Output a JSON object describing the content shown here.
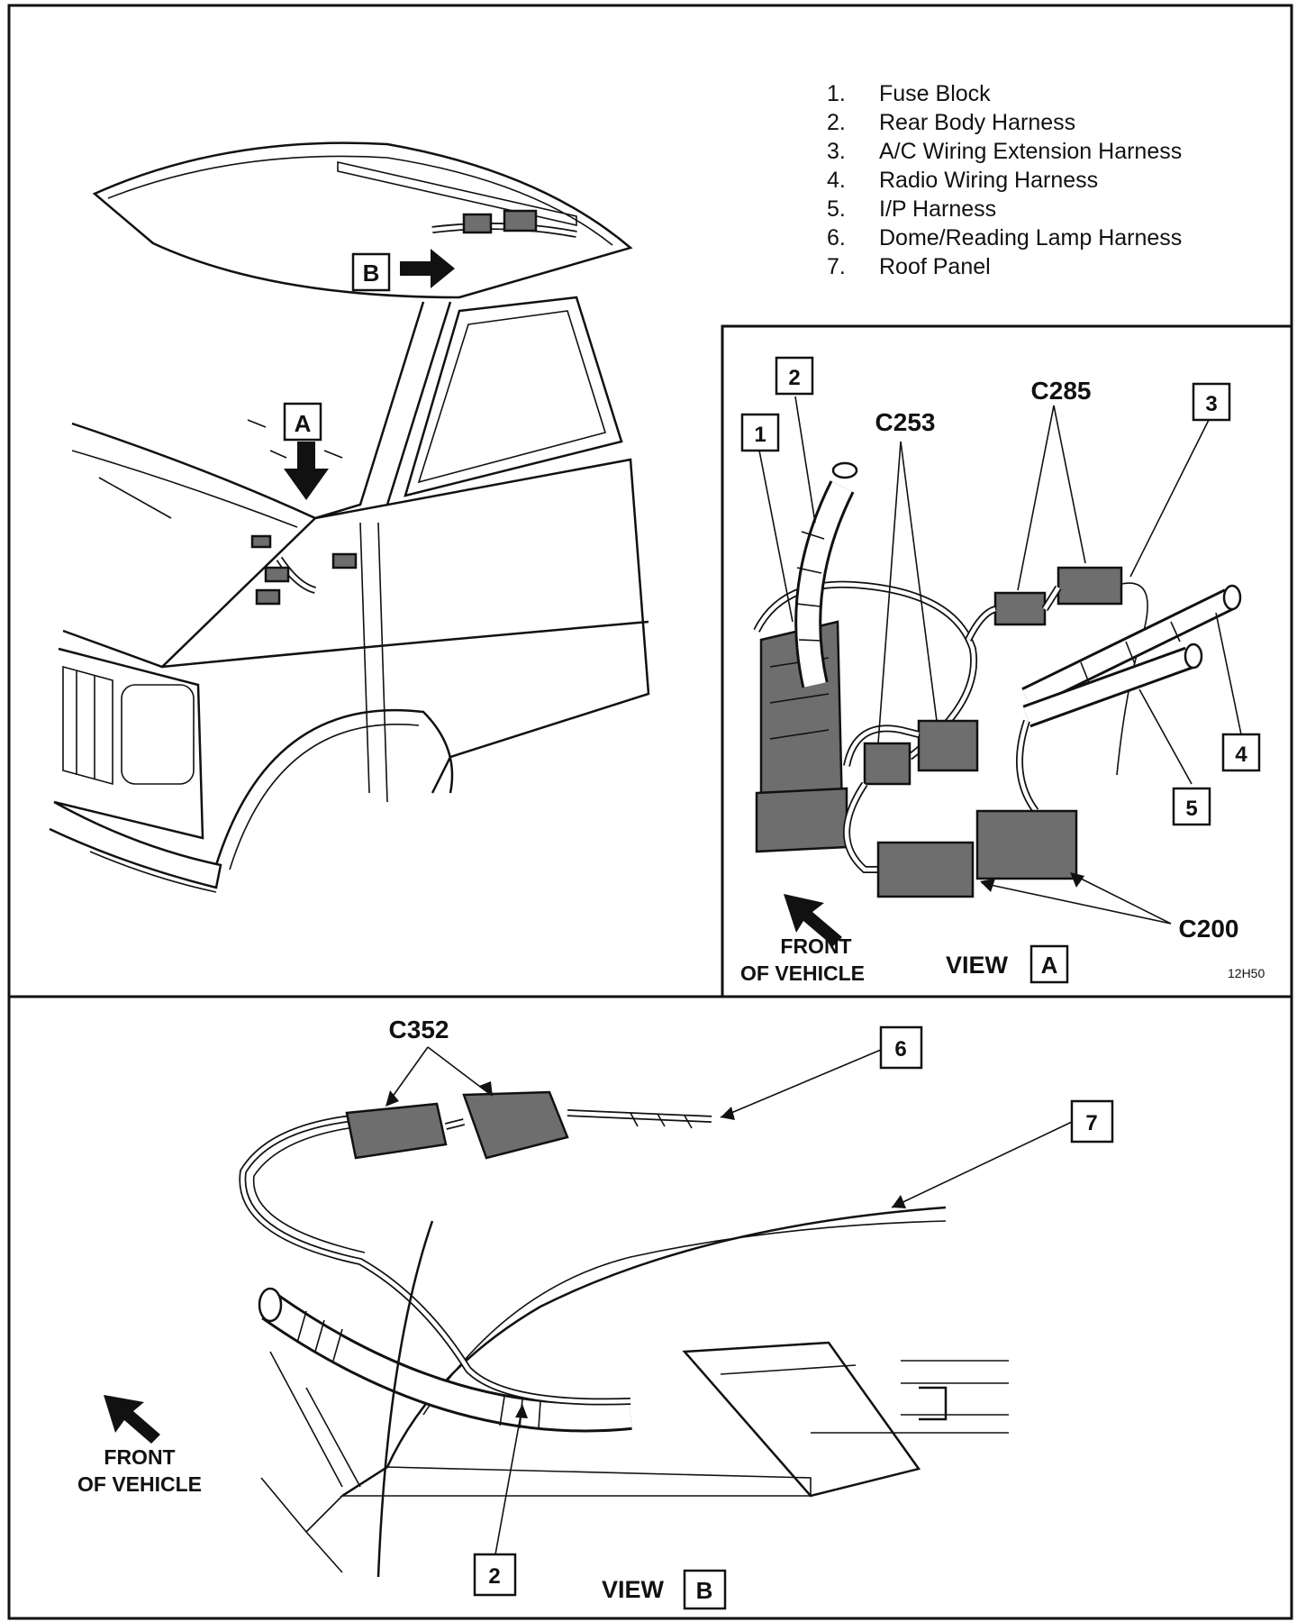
{
  "legend": [
    {
      "num": "1.",
      "label": "Fuse Block"
    },
    {
      "num": "2.",
      "label": "Rear Body Harness"
    },
    {
      "num": "3.",
      "label": "A/C Wiring Extension Harness"
    },
    {
      "num": "4.",
      "label": "Radio Wiring Harness"
    },
    {
      "num": "5.",
      "label": "I/P Harness"
    },
    {
      "num": "6.",
      "label": "Dome/Reading Lamp Harness"
    },
    {
      "num": "7.",
      "label": "Roof Panel"
    }
  ],
  "overview": {
    "callout_a": "A",
    "callout_b": "B"
  },
  "view_a": {
    "callouts": [
      "1",
      "2",
      "3",
      "4",
      "5"
    ],
    "connectors": {
      "c253": "C253",
      "c285": "C285",
      "c200": "C200"
    },
    "front_line1": "FRONT",
    "front_line2": "OF VEHICLE",
    "view_label": "VIEW",
    "view_letter": "A",
    "figure_code": "12H50"
  },
  "view_b": {
    "callouts": [
      "6",
      "7",
      "2"
    ],
    "connector": "C352",
    "front_line1": "FRONT",
    "front_line2": "OF VEHICLE",
    "view_label": "VIEW",
    "view_letter": "B"
  }
}
